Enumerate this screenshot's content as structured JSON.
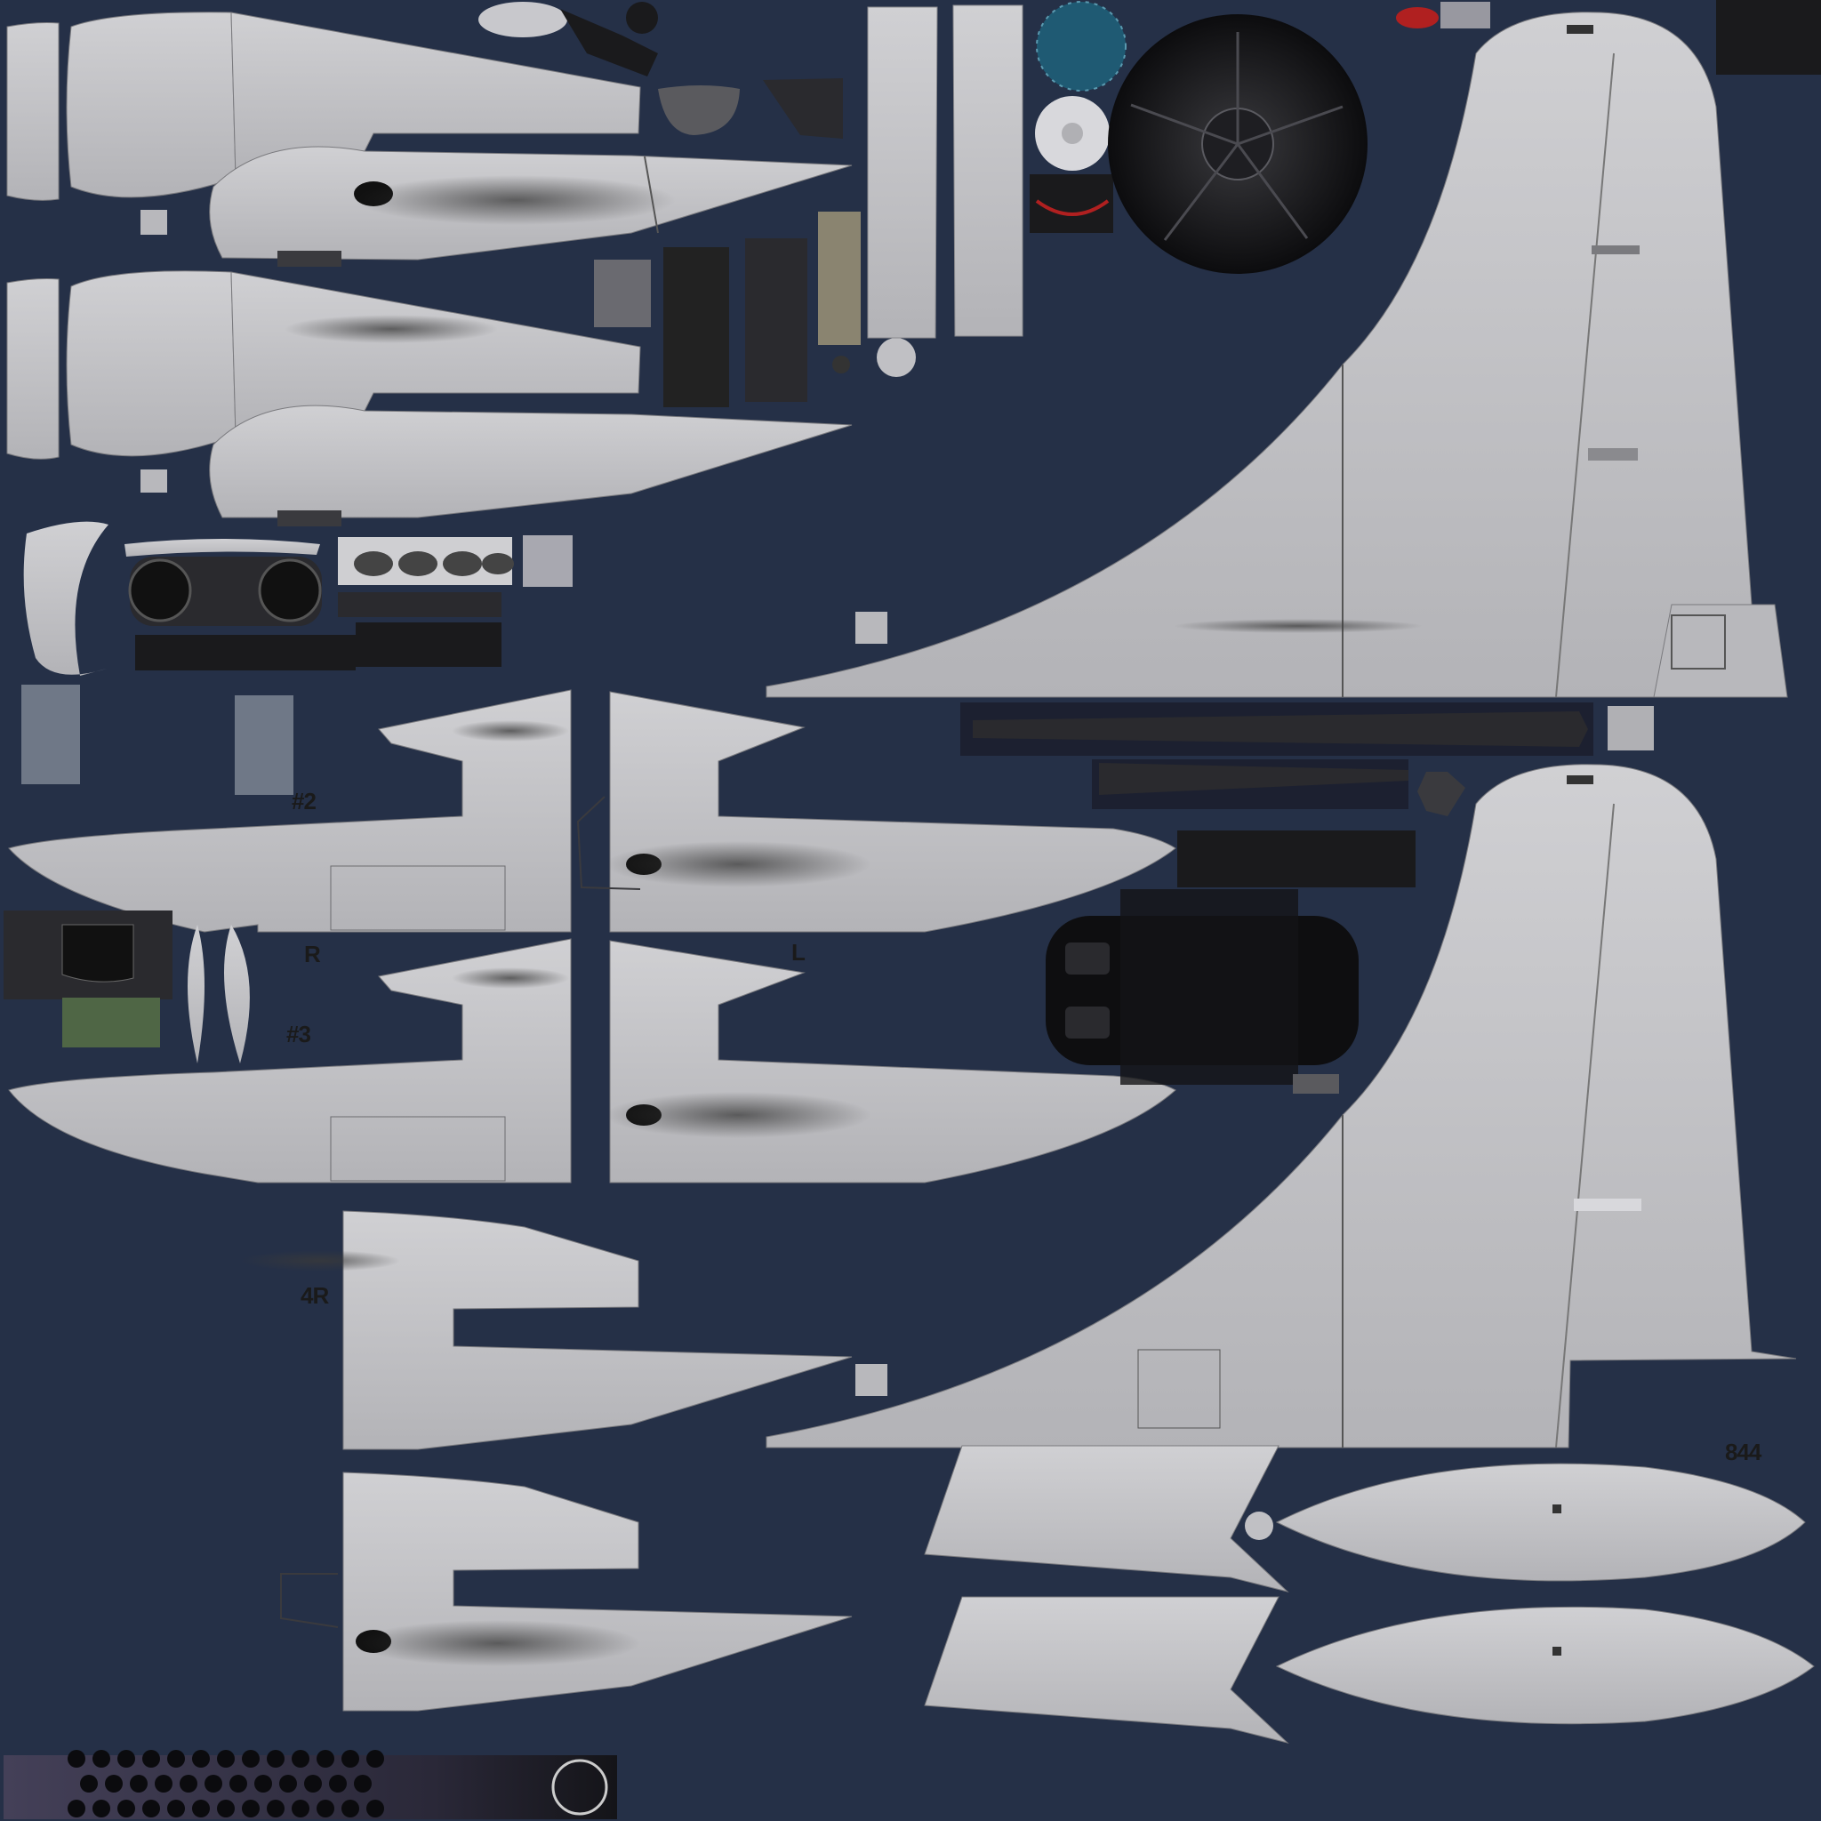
{
  "colors": {
    "background": "#253047",
    "skin": "#c5c5c8",
    "skin_dark": "#9c9ca0",
    "panel_line": "#6c6c70",
    "soot": "#2a2a2a",
    "engine_black": "#1b1b1d",
    "blue_disc": "#1f5a73",
    "green_patch": "#4f6645",
    "red_light": "#b02020",
    "slate_swatch": "#6f7887"
  },
  "labels": {
    "nacelle_2": "#2",
    "nacelle_3": "#3",
    "side_right": "R",
    "side_left": "L",
    "nacelle_4r": "4R",
    "tail_number": "844"
  }
}
